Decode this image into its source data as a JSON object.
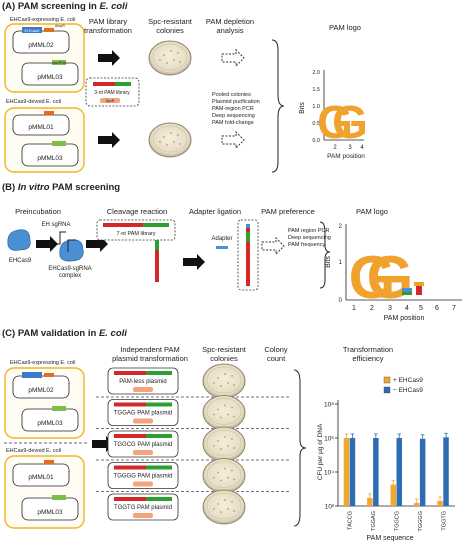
{
  "panelA": {
    "title_prefix": "(A)  PAM screening in",
    "title_species": "E. coli",
    "col_library": "PAM library",
    "col_library2": "transformation",
    "col_spc": "Spc-resistant",
    "col_spc2": "colonies",
    "col_depletion": "PAM depletion",
    "col_depletion2": "analysis",
    "group1_label": "EHCas9-expressing E. coli",
    "group2_label": "EHCas9-devoid E. coli",
    "plasmid_pmml02": "pMML02",
    "plasmid_pmml03": "pMML03",
    "plasmid_pmml01": "pMML01",
    "plasmid_pmml03b": "pMML03",
    "ehcas9_tag": "EHCas9",
    "tracrrna_tag": "tracrRNA",
    "ampr": "AmpR",
    "spcr": "SpcR",
    "pam_library_box": "3-nt PAM library",
    "steps": [
      "Pooled colonies",
      "Plasmid purification",
      "PAM-region PCR",
      "Deep sequencing",
      "PAM fold-change"
    ],
    "logo_title": "PAM logo",
    "logo_ylabel": "Bits",
    "logo_xlabel": "PAM position",
    "logo_ticks_y": [
      "2.0",
      "1.5",
      "1.0",
      "0.5",
      "0.0"
    ],
    "logo_ticks_x": [
      "2",
      "3",
      "4"
    ],
    "logo_letters": [
      "G",
      "G"
    ]
  },
  "panelB": {
    "title_prefix": "(B)",
    "title_italic": "In vitro",
    "title_rest": "PAM screening",
    "col_preinc": "Preincubation",
    "col_cleavage": "Cleavage reaction",
    "col_adapter": "Adapter ligation",
    "col_pref": "PAM preference",
    "logo_title": "PAM logo",
    "ehcas9": "EHCas9",
    "eh_sgrna": "EH sgRNA",
    "complex1": "EHCas9-sgRNA",
    "complex2": "complex",
    "library": "7-nt PAM library",
    "adapter": "Adapter",
    "steps": [
      "PAM region PCR",
      "Deep sequencing",
      "PAM frequency"
    ],
    "logo_ylabel": "Bits",
    "logo_xlabel": "PAM position",
    "logo_ticks_y": [
      "2",
      "1",
      "0"
    ],
    "logo_ticks_x": [
      "1",
      "2",
      "3",
      "4",
      "5",
      "6",
      "7"
    ],
    "logo_letters": [
      "G",
      "G"
    ]
  },
  "panelC": {
    "title_prefix": "(C)  PAM validation in",
    "title_species": "E. coli",
    "col_plasmid": "Independent PAM",
    "col_plasmid2": "plasmid transformation",
    "col_spc": "Spc-resistant",
    "col_spc2": "colonies",
    "col_count": "Colony",
    "col_count2": "count",
    "col_eff": "Transformation",
    "col_eff2": "efficiency",
    "group1_label": "EHCas9-expressing E. coli",
    "group2_label": "EHCas9-devoid E. coli",
    "plasmid_pmml02": "pMML02",
    "plasmid_pmml03": "pMML03",
    "plasmid_pmml01": "pMML01",
    "plasmid_pmml03b": "pMML03",
    "plasmids": [
      "PAM-less plasmid",
      "TGGAG PAM plasmid",
      "TGGCG PAM plasmid",
      "TGGGG PAM plasmid",
      "TGGTG PAM plasmid"
    ]
  },
  "chart_data": {
    "type": "bar",
    "categories": [
      "TACCG",
      "TGGAG",
      "TGGCG",
      "TGGGG",
      "TGGTG"
    ],
    "series": [
      {
        "name": "+ EHCas9",
        "values": [
          1000000,
          300,
          1800,
          150,
          200
        ],
        "color": "#f0a830"
      },
      {
        "name": "− EHCas9",
        "values": [
          1000000,
          1000000,
          1000000,
          900000,
          1100000
        ],
        "color": "#2e6db4"
      }
    ],
    "xlabel": "PAM sequence",
    "ylabel": "CFU per μg of DNA",
    "ylog": true,
    "ylim": [
      100,
      100000000
    ],
    "yticks": [
      "10⁸",
      "10⁶",
      "10⁴",
      "10²"
    ],
    "legend_position": "top"
  }
}
